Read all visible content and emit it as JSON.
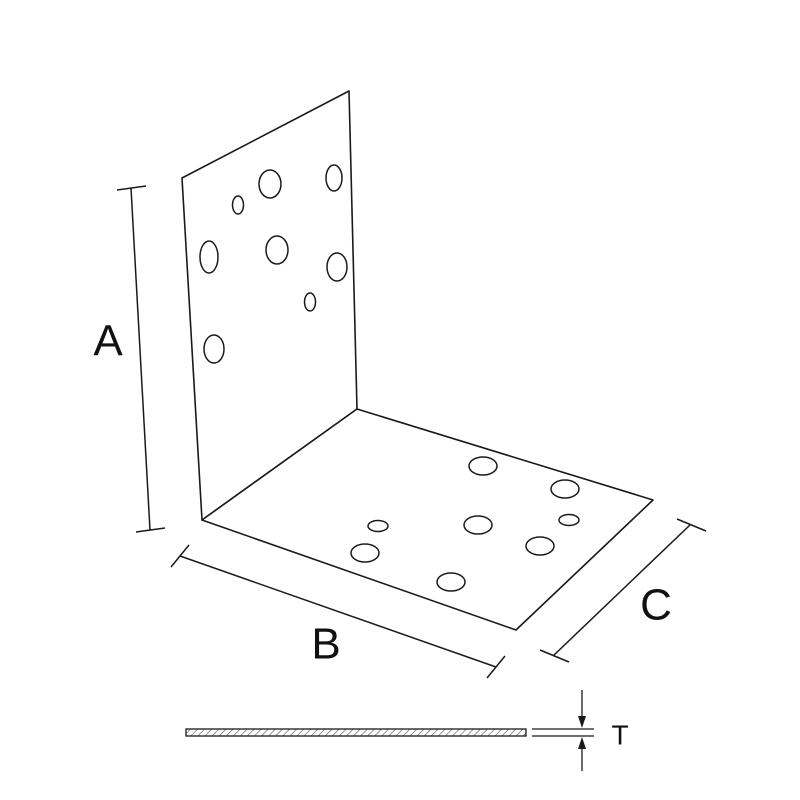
{
  "labels": {
    "height": "A",
    "width": "B",
    "depth": "C",
    "thickness": "T"
  },
  "colors": {
    "line": "#1a1a1a",
    "fill": "#ffffff",
    "hatch": "#555555"
  }
}
